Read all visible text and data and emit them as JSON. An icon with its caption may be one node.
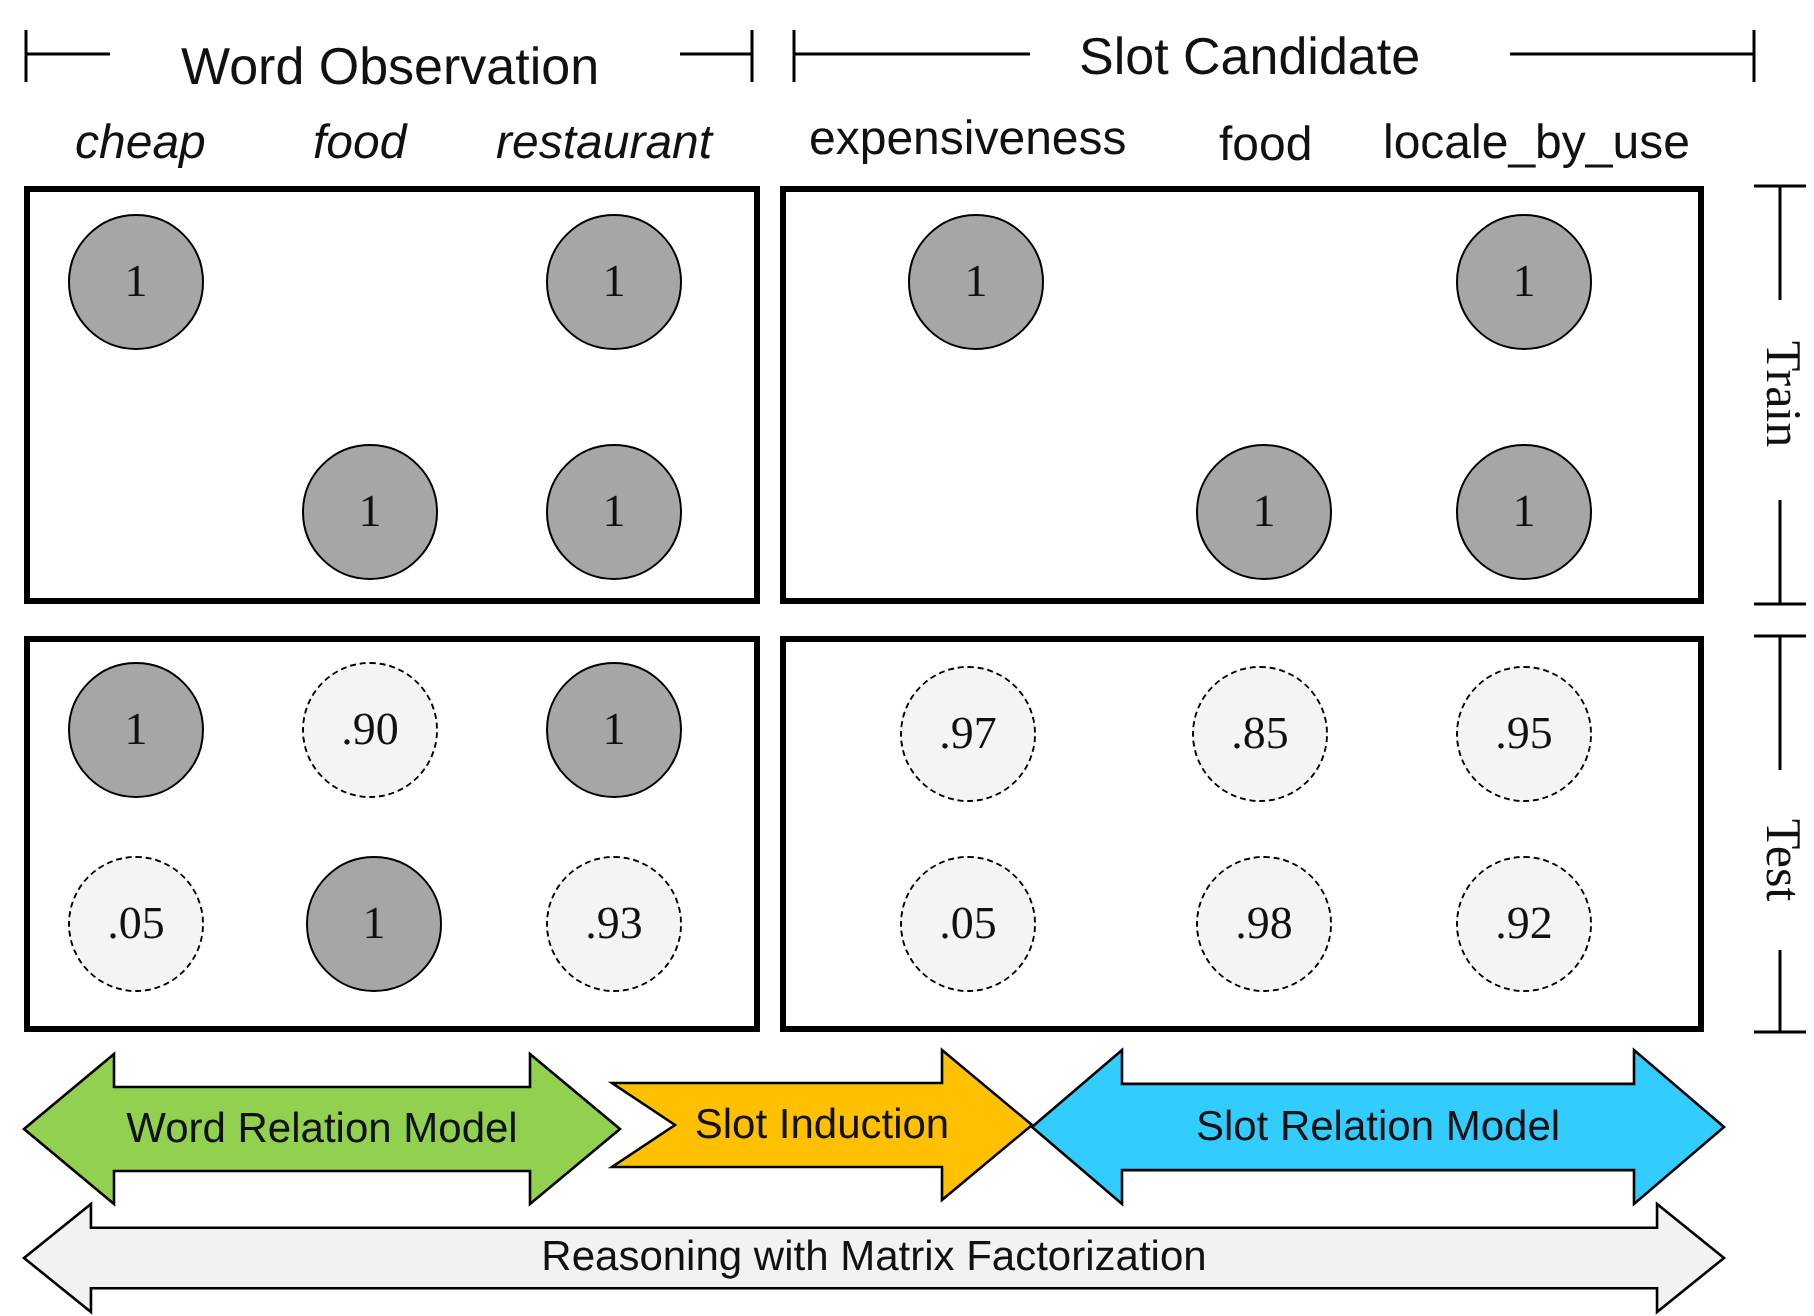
{
  "diagram": {
    "nodes": [
      {
        "text": [],
        "shape": "box"
      },
      {
        "text": [
          "1"
        ],
        "in": 0
      },
      {
        "text": [
          "1"
        ],
        "in": 0
      },
      {
        "text": [
          "1"
        ],
        "in": 0
      },
      {
        "text": [
          "1"
        ],
        "in": 0
      },
      {
        "text": [],
        "shape": "box"
      },
      {
        "text": [
          "1"
        ],
        "in": 5
      },
      {
        "text": [
          "1"
        ],
        "in": 5
      },
      {
        "text": [
          "1"
        ],
        "in": 5
      },
      {
        "text": [
          "1"
        ],
        "in": 5
      },
      {
        "text": [],
        "shape": "box"
      },
      {
        "text": [
          "1"
        ],
        "in": 10
      },
      {
        "text": [
          ".90"
        ],
        "in": 10
      },
      {
        "text": [
          "1"
        ],
        "in": 10
      },
      {
        "text": [
          ".05"
        ],
        "in": 10
      },
      {
        "text": [
          "1"
        ],
        "in": 10
      },
      {
        "text": [
          ".93"
        ],
        "in": 10
      },
      {
        "text": [],
        "shape": "box"
      },
      {
        "text": [
          ".97"
        ],
        "in": 17
      },
      {
        "text": [
          ".85"
        ],
        "in": 17
      },
      {
        "text": [
          ".95"
        ],
        "in": 17
      },
      {
        "text": [
          ".05"
        ],
        "in": 17
      },
      {
        "text": [
          ".98"
        ],
        "in": 17
      },
      {
        "text": [
          ".92"
        ],
        "in": 17
      },
      {
        "text": [
          "Word Relation Model"
        ]
      },
      {
        "text": [
          "Slot Induction"
        ]
      },
      {
        "text": [
          "Slot Relation Model"
        ]
      },
      {
        "text": [
          "Reasoning with Matrix Factorization"
        ]
      }
    ],
    "edges": [],
    "labels": [
      "Word Observation",
      "Slot Candidate",
      "cheap",
      "food",
      "restaurant",
      "expensiveness",
      "food",
      "locale_by_use",
      "Train",
      "Test"
    ]
  }
}
